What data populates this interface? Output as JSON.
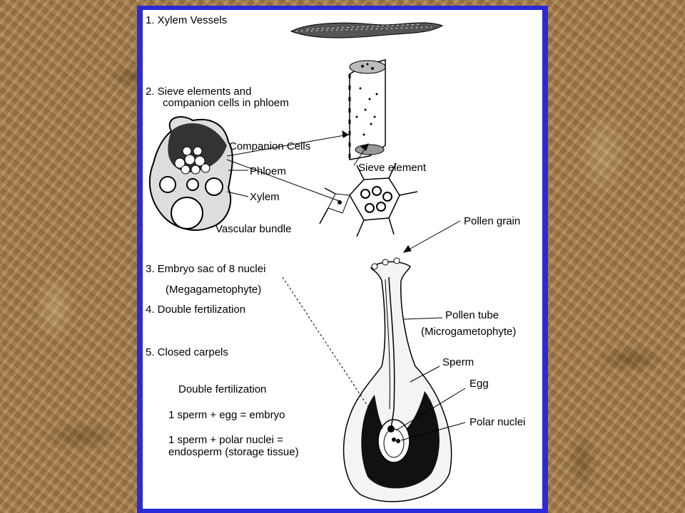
{
  "list": {
    "item1": "1.  Xylem Vessels",
    "item2_line1": "2.  Sieve elements and",
    "item2_line2": "companion cells in phloem",
    "item3": "3.  Embryo sac of 8 nuclei",
    "item3_sub": "(Megagametophyte)",
    "item4": "4.  Double fertilization",
    "item5": "5.  Closed carpels"
  },
  "labels": {
    "companion_cells": "Companion Cells",
    "phloem": "Phloem",
    "xylem": "Xylem",
    "vascular_bundle": "Vascular bundle",
    "sieve_element": "Sieve element",
    "pollen_grain": "Pollen grain",
    "pollen_tube": "Pollen tube",
    "microgametophyte": "(Microgametophyte)",
    "sperm": "Sperm",
    "egg": "Egg",
    "polar_nuclei": "Polar nuclei"
  },
  "notes": {
    "title": "Double fertilization",
    "line1": "1 sperm + egg = embryo",
    "line2": "1 sperm + polar nuclei =",
    "line3": "endosperm (storage tissue)"
  },
  "colors": {
    "frame": "#2a2ad8",
    "background": "#a88252",
    "panel": "#ffffff"
  }
}
